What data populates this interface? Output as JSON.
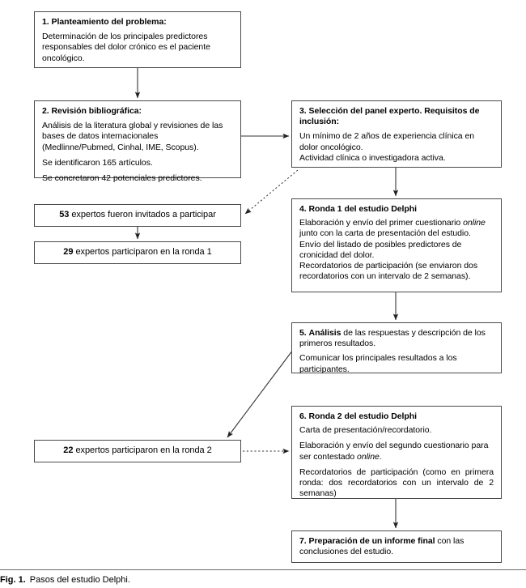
{
  "figure": {
    "caption_label": "Fig. 1.",
    "caption_text": "Pasos del estudio Delphi.",
    "line_color": "#4a4a4a",
    "background": "#ffffff"
  },
  "nodes": {
    "n1": {
      "title": "1. Planteamiento del problema:",
      "body": "Determinación de los principales predictores responsables del dolor crónico es el paciente oncológico."
    },
    "n2": {
      "title": "2. Revisión bibliográfica:",
      "p1": "Análisis de la literatura global y revisiones de las bases de datos internacionales (Medlinne/Pubmed, Cinhal, IME, Scopus).",
      "p2": "Se identificaron 165 artículos.",
      "p3": "Se concretaron 42 potenciales predictores."
    },
    "n3": {
      "title": "3. Selección del panel experto. Requisitos de inclusión:",
      "p1": "Un mínimo de 2 años de experiencia clínica en dolor oncológico.",
      "p2": "Actividad clínica o investigadora activa."
    },
    "n4": {
      "title": "4. Ronda 1 del estudio Delphi",
      "p1a": "Elaboración y envío del primer cuestionario ",
      "p1b": "online",
      "p1c": " junto con la carta de presentación del estudio.",
      "p2": "Envío del listado de posibles predictores de cronicidad del dolor.",
      "p3": "Recordatorios de participación (se enviaron dos recordatorios con un intervalo de 2 semanas)."
    },
    "n5": {
      "title_num": "5.",
      "title_bold": "Análisis",
      "title_rest": " de las respuestas y descripción de los primeros resultados.",
      "p2": "Comunicar los principales resultados a los participantes."
    },
    "n6": {
      "title": "6. Ronda 2 del estudio Delphi",
      "p1": "Carta de presentación/recordatorio.",
      "p2a": "Elaboración y envío del segundo cuestionario para ser contestado ",
      "p2b": "online",
      "p2c": ".",
      "p3": "Recordatorios de participación (como en primera ronda: dos recordatorios con un intervalo de 2 semanas)"
    },
    "n7": {
      "title_num": "7.",
      "title_bold": " Preparación de un informe final",
      "title_rest": " con las conclusiones del estudio."
    },
    "invited": {
      "count": "53",
      "label": "expertos fueron invitados a participar"
    },
    "round1": {
      "count": "29",
      "label": "expertos participaron en la ronda 1"
    },
    "round2": {
      "count": "22",
      "label": "expertos participaron en la ronda 2"
    }
  },
  "edges": [
    {
      "id": "e1",
      "from": "n1",
      "to": "n2",
      "style": "solid"
    },
    {
      "id": "e2",
      "from": "n2",
      "to": "n3",
      "style": "solid"
    },
    {
      "id": "e3",
      "from": "n3",
      "to": "invited",
      "style": "dotted"
    },
    {
      "id": "e4",
      "from": "n3",
      "to": "n4",
      "style": "solid"
    },
    {
      "id": "e5",
      "from": "invited",
      "to": "round1",
      "style": "solid"
    },
    {
      "id": "e6",
      "from": "n4",
      "to": "n5",
      "style": "solid"
    },
    {
      "id": "e7",
      "from": "n5",
      "to": "round2",
      "style": "solid"
    },
    {
      "id": "e8",
      "from": "round2",
      "to": "n6",
      "style": "dotted"
    },
    {
      "id": "e9",
      "from": "n6",
      "to": "n7",
      "style": "solid"
    }
  ]
}
